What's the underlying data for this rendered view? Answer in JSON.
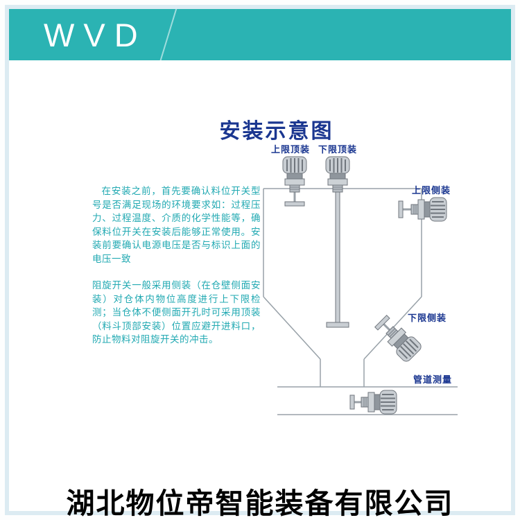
{
  "brand": {
    "logo": "WVD"
  },
  "diagram": {
    "title": "安装示意图",
    "labels": {
      "top_upper": "上限顶装",
      "top_lower": "下限顶装",
      "side_upper": "上限侧装",
      "side_lower": "下限侧装",
      "pipe": "管道测量"
    },
    "notes": {
      "para1": "在安装之前，首先要确认料位开关型号是否满足现场的环境要求如：过程压力、过程温度、介质的化学性能等，确保料位开关在安装后能够正常使用。安装前要确认电源电压是否与标识上面的电压一致",
      "para2": "阻旋开关一般采用侧装（在仓壁侧面安装）对仓体内物位高度进行上下限检测；当仓体不便侧面开孔时可采用顶装（料斗顶部安装）位置应避开进料口，防止物料对阻旋开关的冲击。"
    }
  },
  "footer": {
    "company": "湖北物位帝智能装备有限公司"
  },
  "colors": {
    "teal": "#2bb3b3",
    "navy": "#1a3690",
    "note_teal": "#21a9b2",
    "line": "#98a1a8",
    "frame": "#dcebf2"
  }
}
